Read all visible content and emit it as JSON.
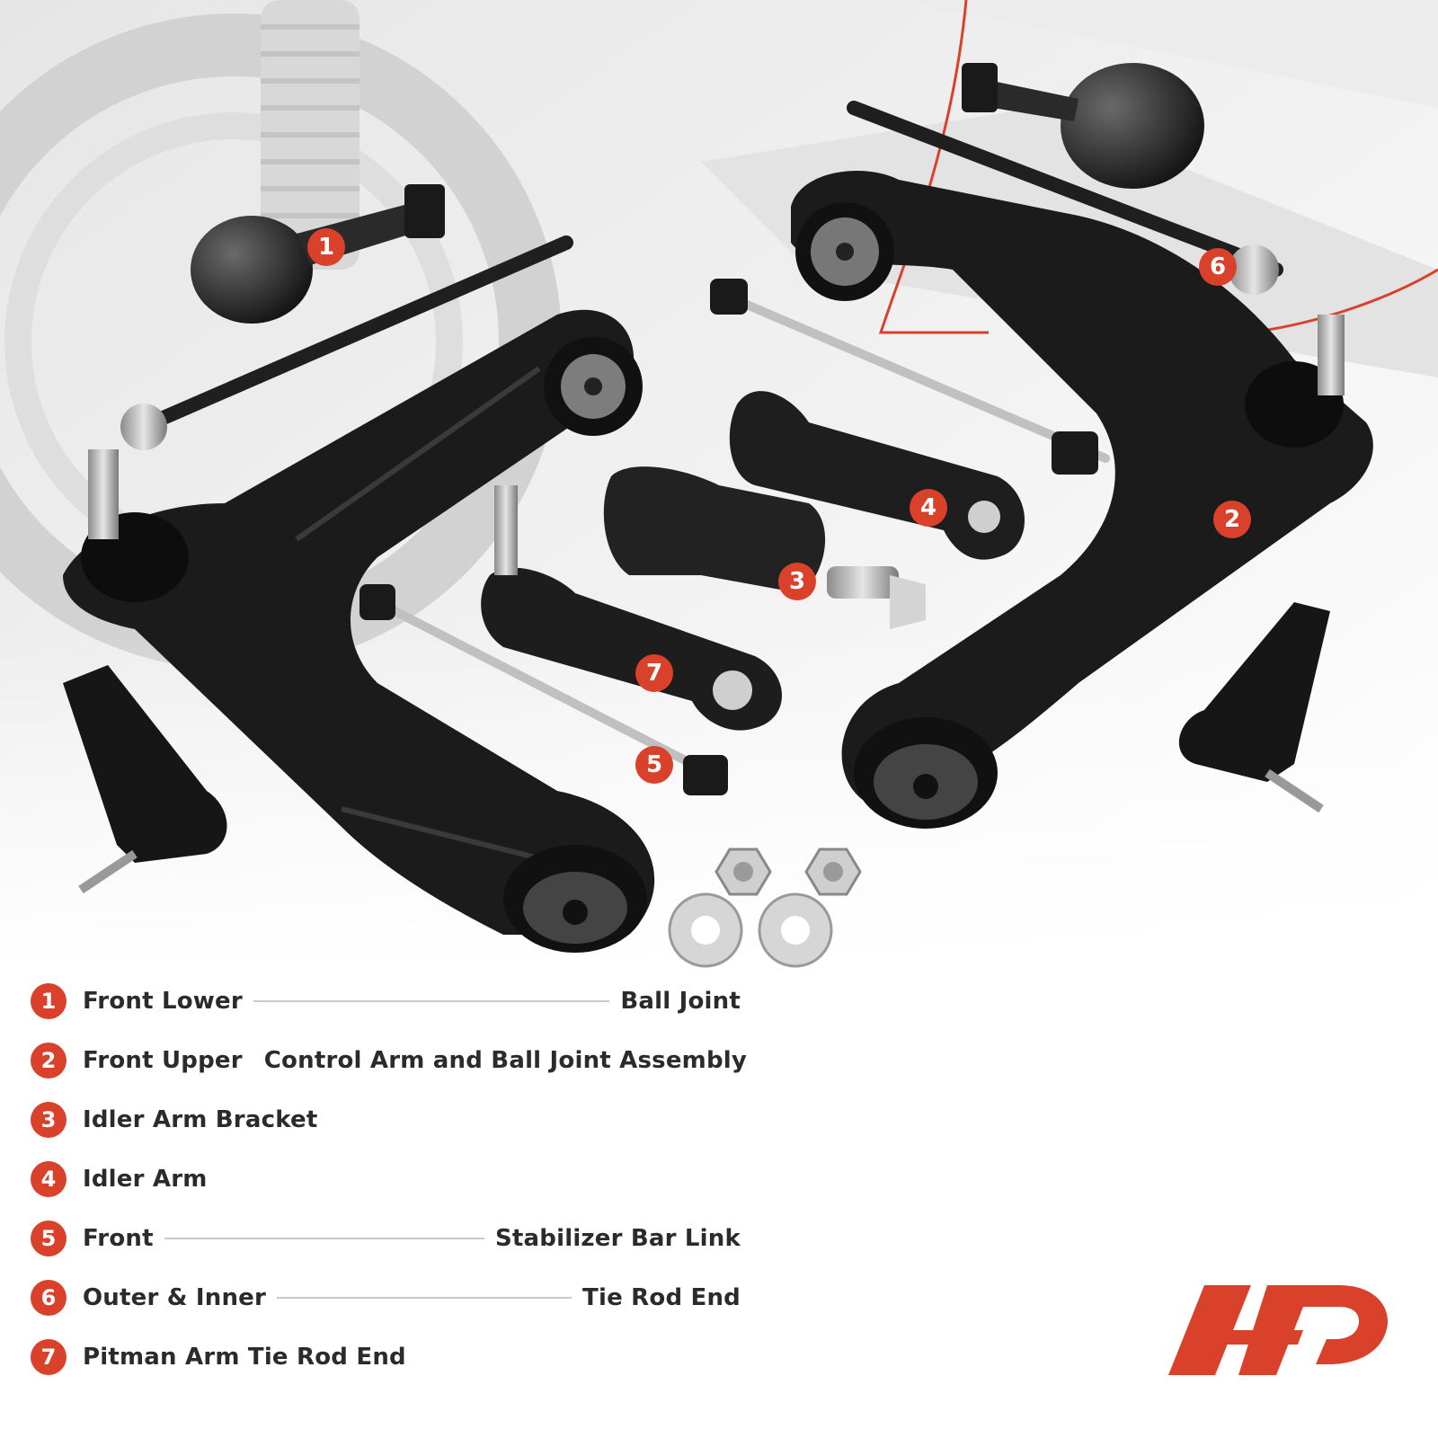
{
  "brand": {
    "accent": "#d9412b",
    "logo": "ap-logo"
  },
  "parts": [
    {
      "num": "1",
      "left": "Front Lower",
      "right": "Ball Joint"
    },
    {
      "num": "2",
      "left": "Front Upper",
      "right": "Control Arm and Ball Joint Assembly"
    },
    {
      "num": "3",
      "left": "Idler Arm Bracket",
      "right": ""
    },
    {
      "num": "4",
      "left": "Idler Arm",
      "right": ""
    },
    {
      "num": "5",
      "left": "Front",
      "right": "Stabilizer Bar Link"
    },
    {
      "num": "6",
      "left": "Outer & Inner",
      "right": "Tie Rod End"
    },
    {
      "num": "7",
      "left": "Pitman Arm Tie Rod End",
      "right": ""
    }
  ]
}
